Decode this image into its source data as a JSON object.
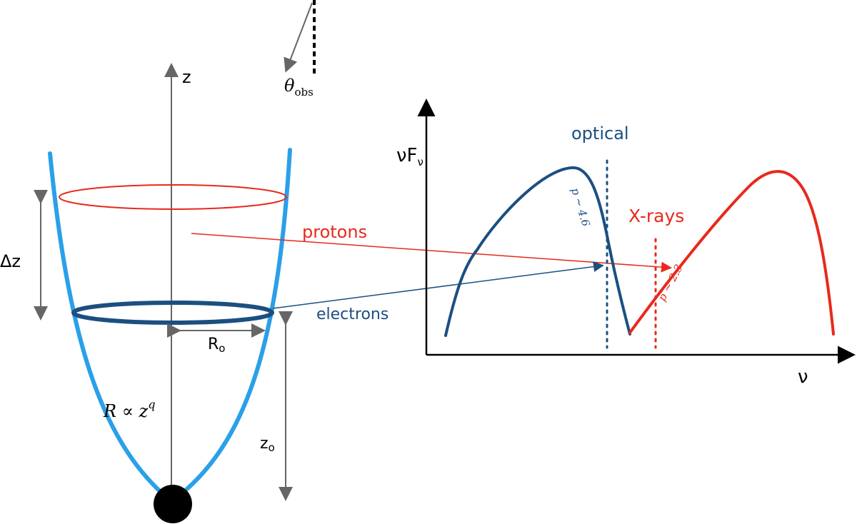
{
  "colors": {
    "jet": "#2aa0e8",
    "electrons": "#1c4f80",
    "protons": "#e8291c",
    "axis": "#666666",
    "ink": "#000000"
  },
  "jet": {
    "z_axis_label": "z",
    "delta_z_label": "Δz",
    "radius_label": "R",
    "radius_subscript": "o",
    "height_label": "z",
    "height_subscript": "o",
    "shape_formula": "R ∝ z",
    "shape_exponent": "q"
  },
  "observer": {
    "angle_symbol": "θ",
    "angle_subscript": "obs"
  },
  "arrows": {
    "protons_label": "protons",
    "electrons_label": "electrons"
  },
  "spectrum": {
    "y_axis_label": "νF",
    "y_axis_subscript": "ν",
    "x_axis_label": "ν",
    "optical_label": "optical",
    "xray_label": "X-rays",
    "optical_slope": "p ~ 4.6",
    "xray_slope": "p ~ 2.3"
  }
}
